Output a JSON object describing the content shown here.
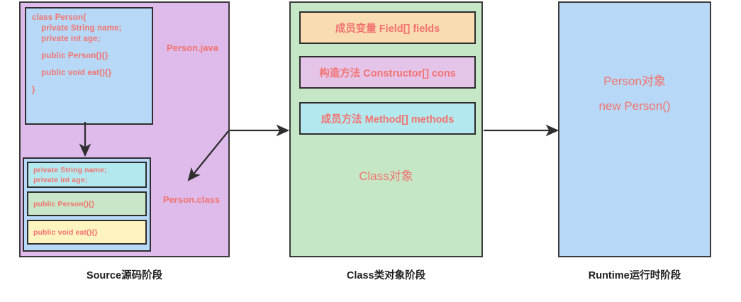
{
  "diagram": {
    "title": "Java Reflection Three Stages",
    "colors": {
      "source_panel_bg": "#dfbbec",
      "class_panel_bg": "#c6e7c6",
      "runtime_panel_bg": "#b7d9f7",
      "code_box_bg": "#b7d9f7",
      "fields_box_bg": "#fadcb3",
      "constructors_box_bg": "#e5c4ea",
      "methods_box_bg": "#b3e8ef",
      "member_fields_bg": "#b3e8ef",
      "member_constructor_bg": "#c9e6c8",
      "member_methods_bg": "#fdf4c0",
      "text_red": "#f2736f",
      "border_dark": "#2e2e2e",
      "caption_text": "#1f1f1f"
    }
  },
  "source_stage": {
    "caption": "Source源码阶段",
    "file_label": "Person.java",
    "class_file_label": "Person.class",
    "code_lines": [
      "class Person{",
      "    private String name;",
      "    private int age;",
      "",
      "    public Person(){}",
      "",
      "    public void eat(){}",
      "",
      "}"
    ],
    "compiled_members": [
      {
        "name": "fields",
        "lines": [
          "private String name;",
          "private int age;"
        ]
      },
      {
        "name": "constructor",
        "lines": [
          "public Person(){}"
        ]
      },
      {
        "name": "methods",
        "lines": [
          "public void eat(){}"
        ]
      }
    ]
  },
  "class_stage": {
    "caption": "Class类对象阶段",
    "object_label": "Class对象",
    "parts": [
      {
        "name": "fields",
        "label": "成员变量 Field[] fields"
      },
      {
        "name": "constructors",
        "label": "构造方法 Constructor[] cons"
      },
      {
        "name": "methods",
        "label": "成员方法 Method[] methods"
      }
    ]
  },
  "runtime_stage": {
    "caption": "Runtime运行时阶段",
    "object_label": "Person对象",
    "instantiation_label": "new Person()"
  }
}
